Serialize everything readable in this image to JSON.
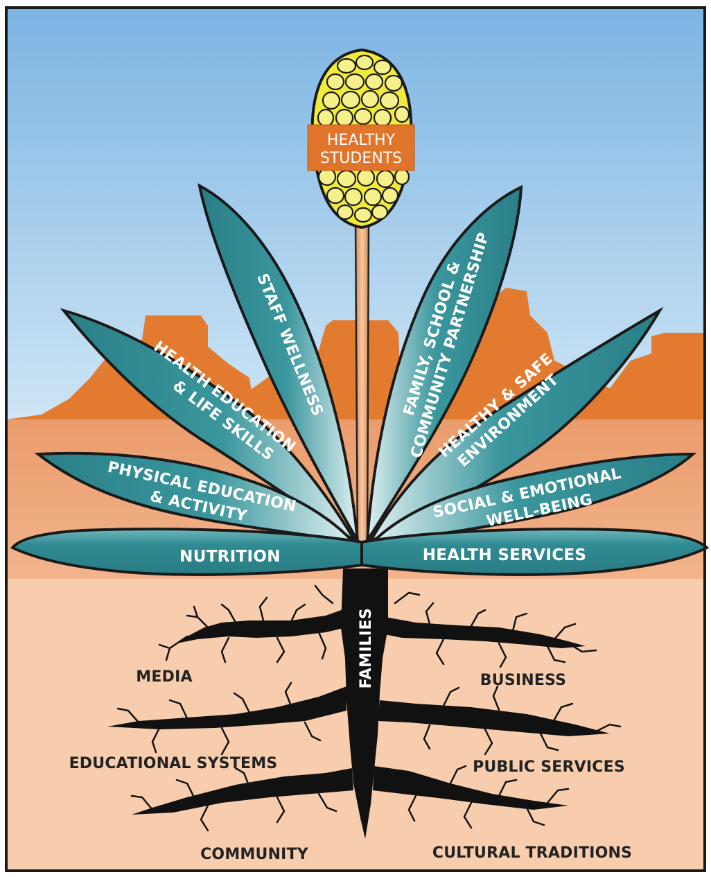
{
  "flower": {
    "line1": "HEALTHY",
    "line2": "STUDENTS"
  },
  "leaves": {
    "staff_wellness": "STAFF WELLNESS",
    "health_education_1": "HEALTH EDUCATION",
    "health_education_2": "& LIFE SKILLS",
    "physical_education_1": "PHYSICAL EDUCATION",
    "physical_education_2": "& ACTIVITY",
    "nutrition": "NUTRITION",
    "family_partnership_1": "FAMILY, SCHOOL &",
    "family_partnership_2": "COMMUNITY PARTNERSHIP",
    "healthy_safe_1": "HEALTHY & SAFE",
    "healthy_safe_2": "ENVIRONMENT",
    "social_emotional_1": "SOCIAL & EMOTIONAL",
    "social_emotional_2": "WELL-BEING",
    "health_services": "HEALTH SERVICES"
  },
  "stem_root": "FAMILIES",
  "roots": {
    "media": "MEDIA",
    "business": "BUSINESS",
    "educational_systems": "EDUCATIONAL SYSTEMS",
    "public_services": "PUBLIC SERVICES",
    "community": "COMMUNITY",
    "cultural_traditions": "CULTURAL TRADITIONS"
  },
  "colors": {
    "sky_top": "#7fb6e4",
    "sky_bottom": "#c9e4f5",
    "mesa": "#e27a2f",
    "ground_mid": "#eda278",
    "ground_low": "#f5c9a8",
    "leaf": "#2f8a92",
    "leaf_highlight": "#d8ecee",
    "flower_yellow": "#f2ea3a",
    "banner": "#e0742a",
    "root": "#111111",
    "stem": "#e8a070"
  }
}
